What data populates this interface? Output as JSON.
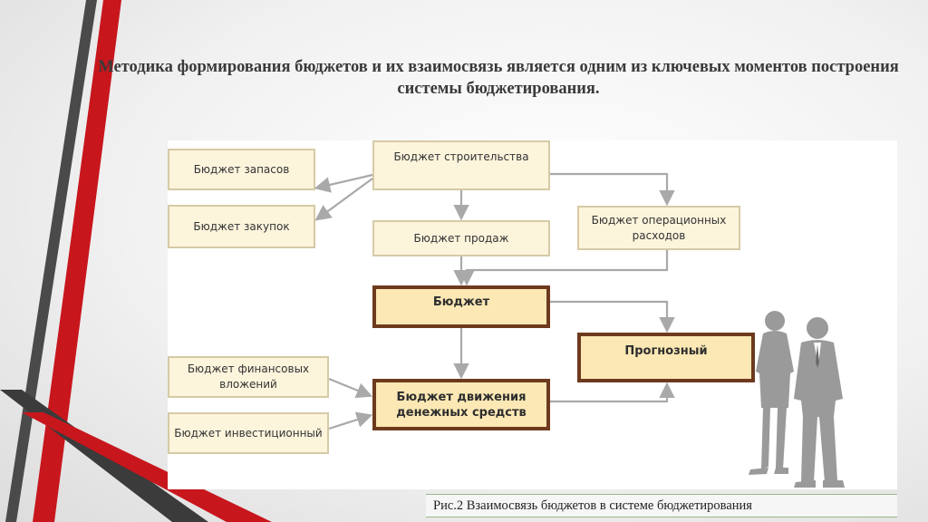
{
  "slide": {
    "title": "Методика формирования бюджетов и их взаимосвязь является одним из ключевых моментов построения системы бюджетирования.",
    "caption": "Рис.2 Взаимосвязь бюджетов в системе бюджетирования"
  },
  "diagram": {
    "boxes": {
      "zapasov": "Бюджет запасов",
      "zakupok": "Бюджет закупок",
      "stroitelstva": "Бюджет строительства",
      "prodazh": "Бюджет продаж",
      "operacionnyh": "Бюджет операционных расходов",
      "budget": "Бюджет",
      "prognoznyi": "Прогнозный",
      "finansovyh": "Бюджет финансовых вложений",
      "dds": "Бюджет движения денежных средств",
      "investicionnyi": "Бюджет инвестиционный"
    }
  },
  "colors": {
    "accent_red": "#c8161d",
    "accent_dark": "#3b3b3b",
    "box_fill": "#fdf4dc",
    "box_border": "#d6caa6",
    "strong_border": "#6e3a1f",
    "arrow": "#a9a9a9"
  }
}
